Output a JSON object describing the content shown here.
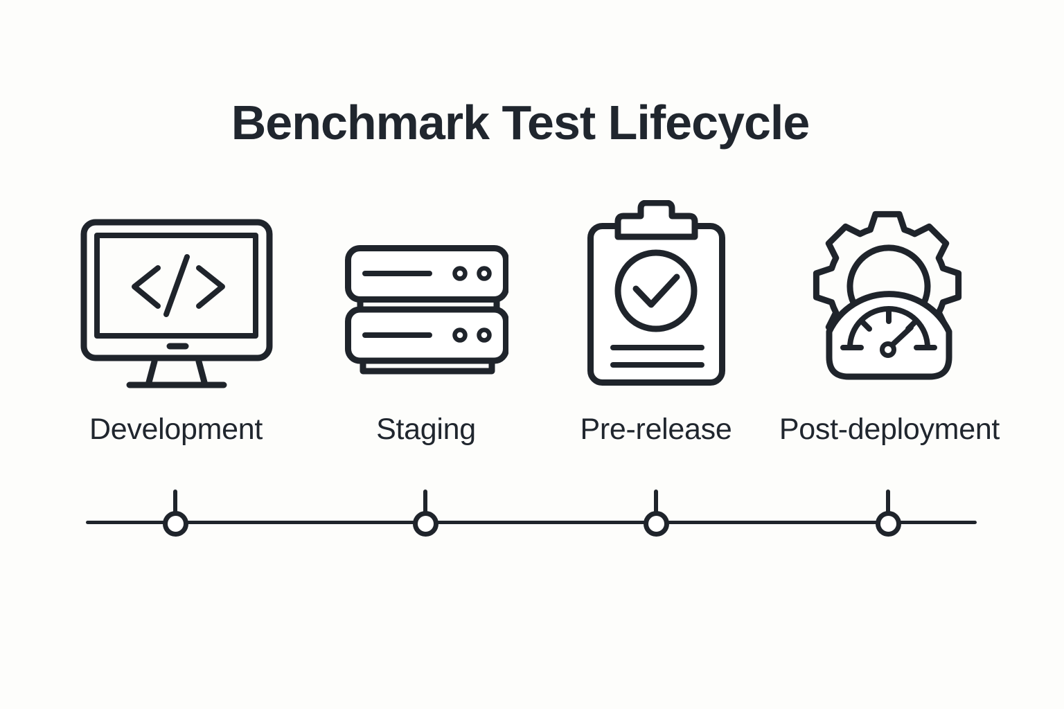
{
  "title": "Benchmark Test Lifecycle",
  "colors": {
    "ink": "#1f242b",
    "background": "#fdfdfb",
    "icon_fill": "#ffffff"
  },
  "stages": [
    {
      "label": "Development",
      "icon": "monitor-code-icon"
    },
    {
      "label": "Staging",
      "icon": "server-stack-icon"
    },
    {
      "label": "Pre-release",
      "icon": "clipboard-check-icon"
    },
    {
      "label": "Post-deployment",
      "icon": "gear-speedometer-icon"
    }
  ],
  "timeline": {
    "markers": 4
  }
}
